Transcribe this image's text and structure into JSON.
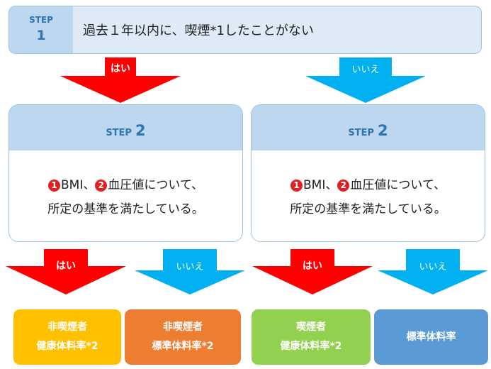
{
  "step1": {
    "step_word": "STEP",
    "step_number": "1",
    "question": "過去１年以内に、喫煙*1したことがない"
  },
  "branch_labels": {
    "yes": "はい",
    "no": "いいえ"
  },
  "step2": [
    {
      "step_word": "STEP",
      "step_number": "2",
      "badge1": "1",
      "item1": "BMI、",
      "badge2": "2",
      "item2": "血圧値について、",
      "line2": "所定の基準を満たしている。"
    },
    {
      "step_word": "STEP",
      "step_number": "2",
      "badge1": "1",
      "item1": "BMI、",
      "badge2": "2",
      "item2": "血圧値について、",
      "line2": "所定の基準を満たしている。"
    }
  ],
  "results": [
    {
      "line1": "非喫煙者",
      "line2": "健康体料率*2",
      "color": "#ffc000"
    },
    {
      "line1": "非喫煙者",
      "line2": "標準体料率*2",
      "color": "#ed7d31"
    },
    {
      "line1": "喫煙者",
      "line2": "健康体料率*2",
      "color": "#92d050"
    },
    {
      "line1": "標準体料率",
      "line2": "",
      "color": "#5b9bd5"
    }
  ],
  "colors": {
    "yes_arrow": "#ff0000",
    "no_arrow": "#00b0f0",
    "step_text": "#2e75b6",
    "box_fill": "#deebf7",
    "box_head": "#bdd7ee",
    "box_border": "#9dc3e6",
    "badge": "#e02020"
  }
}
